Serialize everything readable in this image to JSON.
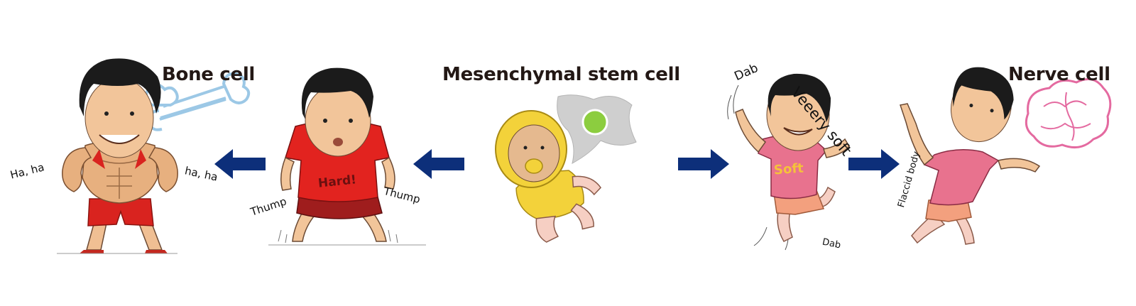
{
  "labels": {
    "bone_cell": "Bone cell",
    "mesenchymal_stem_cell": "Mesenchymal stem cell",
    "nerve_cell": "Nerve cell"
  },
  "captions": {
    "haha_left": "Ha, ha",
    "haha_right": "ha, ha",
    "thump_left": "Thump",
    "thump_right": "Thump",
    "shirt_hard": "Hard!",
    "dab_top": "Dab",
    "very_soft": "Veeery soft",
    "shirt_soft": "Soft",
    "dab_bottom": "Dab",
    "flaccid_body": "Flaccid body"
  },
  "colors": {
    "arrow": "#0d2f7a",
    "label_text": "#231815",
    "bone_outline": "#9cc8e6",
    "brain_outline": "#e46aa0",
    "stem_cell": "#cfcfcf",
    "nucleus": "#8ccd3f",
    "red_outfit": "#d9231f",
    "pink_shirt": "#e8728e",
    "baby_yellow": "#f3d23a",
    "hair": "#1b1b1b",
    "skin": "#f2c59a"
  },
  "icons": [
    "bone-icon",
    "brain-icon",
    "stem-cell-icon",
    "arrow-left-icon",
    "arrow-right-icon"
  ]
}
